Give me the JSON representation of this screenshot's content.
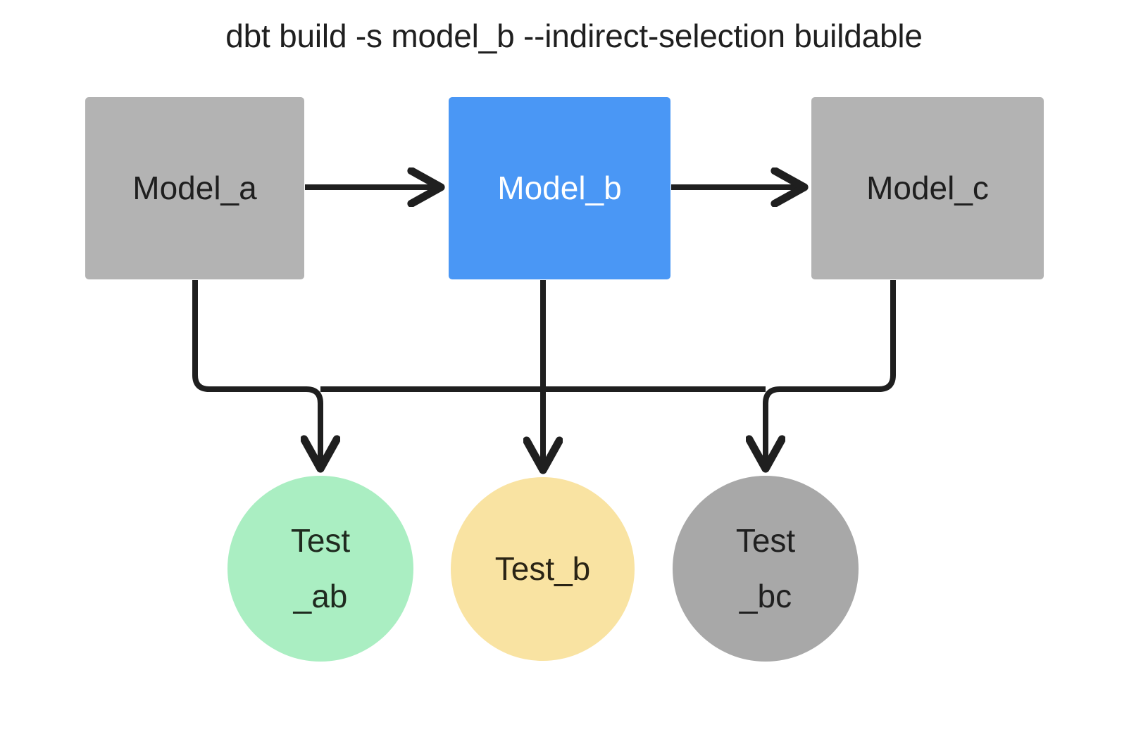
{
  "title": "dbt build -s model_b --indirect-selection buildable",
  "colors": {
    "background": "#ffffff",
    "node_gray": "#b3b3b3",
    "node_selected_blue": "#4a97f5",
    "test_pass_green": "#aaeec2",
    "test_warn_yellow": "#f9e3a2",
    "test_skipped_gray": "#a8a8a8",
    "edge_black": "#1f1f1f",
    "text_dark": "#1f1f1f",
    "text_light": "#ffffff"
  },
  "models": [
    {
      "id": "model_a",
      "label": "Model_a",
      "state": "unselected",
      "color": "#b3b3b3"
    },
    {
      "id": "model_b",
      "label": "Model_b",
      "state": "selected",
      "color": "#4a97f5"
    },
    {
      "id": "model_c",
      "label": "Model_c",
      "state": "unselected",
      "color": "#b3b3b3"
    }
  ],
  "tests": [
    {
      "id": "test_ab",
      "label": "Test\n_ab",
      "state": "included",
      "color": "#aaeec2"
    },
    {
      "id": "test_b",
      "label": "Test_b",
      "state": "included",
      "color": "#f9e3a2"
    },
    {
      "id": "test_bc",
      "label": "Test\n_bc",
      "state": "excluded",
      "color": "#a8a8a8"
    }
  ],
  "edges": [
    {
      "from": "model_a",
      "to": "model_b",
      "kind": "arrow-right"
    },
    {
      "from": "model_b",
      "to": "model_c",
      "kind": "arrow-right"
    },
    {
      "from": "model_a",
      "to": "test_ab",
      "kind": "orthogonal-down"
    },
    {
      "from": "model_b",
      "to": "test_b",
      "kind": "straight-down"
    },
    {
      "from": "model_c",
      "to": "test_bc",
      "kind": "orthogonal-down"
    }
  ]
}
